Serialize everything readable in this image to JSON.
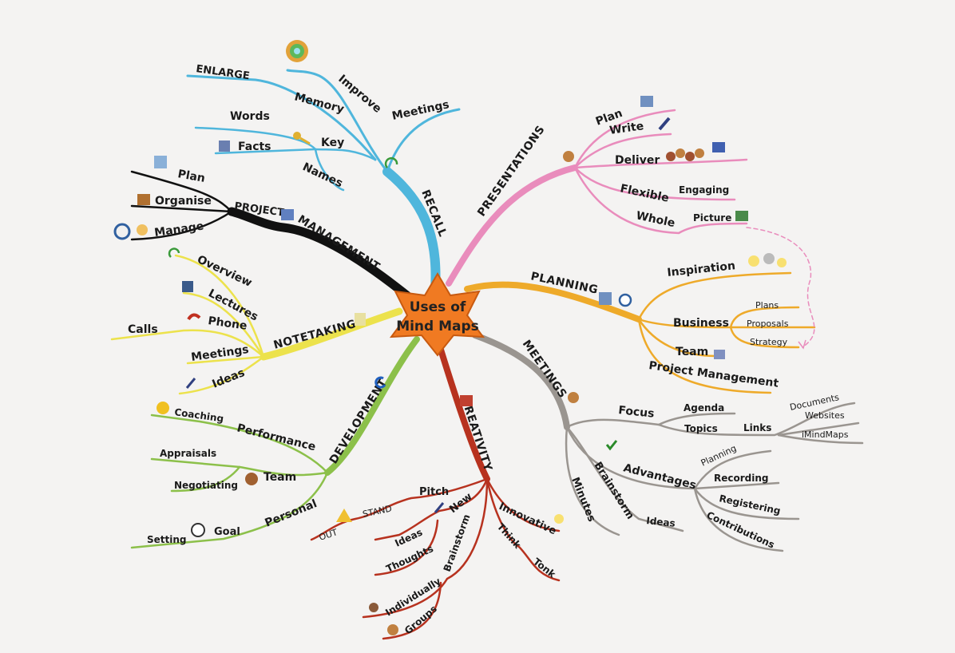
{
  "center": {
    "line1": "Uses of",
    "line2": "Mind Maps"
  },
  "colors": {
    "recall": "#4fb6dc",
    "project": "#111111",
    "notetaking": "#ece24c",
    "development": "#8cc04a",
    "creativity": "#b7321f",
    "meetings": "#9a9590",
    "planning": "#eeaa2a",
    "presentations": "#e98cbc",
    "star": "#f07a22"
  },
  "recall": {
    "label": "RECALL",
    "meetings": "Meetings",
    "improve": "Improve",
    "memory": "Memory",
    "enlarge": "ENLARGE",
    "words": "Words",
    "key": "Key",
    "facts": "Facts",
    "names": "Names"
  },
  "project": {
    "label1": "PROJECT",
    "label2": "MANAGEMENT",
    "plan": "Plan",
    "organise": "Organise",
    "manage": "Manage"
  },
  "notetaking": {
    "label": "NOTETAKING",
    "overview": "Overview",
    "lectures": "Lectures",
    "phone": "Phone",
    "calls": "Calls",
    "meetings": "Meetings",
    "ideas": "Ideas"
  },
  "development": {
    "label": "DEVELOPMENT",
    "performance": "Performance",
    "coaching": "Coaching",
    "team": "Team",
    "appraisals": "Appraisals",
    "negotiating": "Negotiating",
    "personal": "Personal",
    "goal": "Goal",
    "setting": "Setting"
  },
  "creativity": {
    "label": "CREATIVITY",
    "pitch": "Pitch",
    "stand": "STAND",
    "out": "OUT",
    "new": "New",
    "ideas": "Ideas",
    "thoughts": "Thoughts",
    "brainstorm": "Brainstorm",
    "individually": "Individually",
    "groups": "Groups",
    "innovative": "Innovative",
    "think": "Think",
    "tonk": "Tonk"
  },
  "meetings": {
    "label": "MEETINGS",
    "focus": "Focus",
    "agenda": "Agenda",
    "topics": "Topics",
    "links": "Links",
    "documents": "Documents",
    "websites": "Websites",
    "imindmaps": "iMindMaps",
    "advantages": "Advantages",
    "planning": "Planning",
    "recording": "Recording",
    "registering": "Registering",
    "contributions": "Contributions",
    "brainstorm": "Brainstorm",
    "ideas": "Ideas",
    "minutes": "Minutes"
  },
  "planning": {
    "label": "PLANNING",
    "inspiration": "Inspiration",
    "business": "Business",
    "plans": "Plans",
    "proposals": "Proposals",
    "strategy": "Strategy",
    "team": "Team",
    "project_management": "Project Management"
  },
  "presentations": {
    "label": "PRESENTATIONS",
    "plan": "Plan",
    "write": "Write",
    "deliver": "Deliver",
    "flexible": "Flexible",
    "engaging": "Engaging",
    "whole": "Whole",
    "picture": "Picture"
  }
}
